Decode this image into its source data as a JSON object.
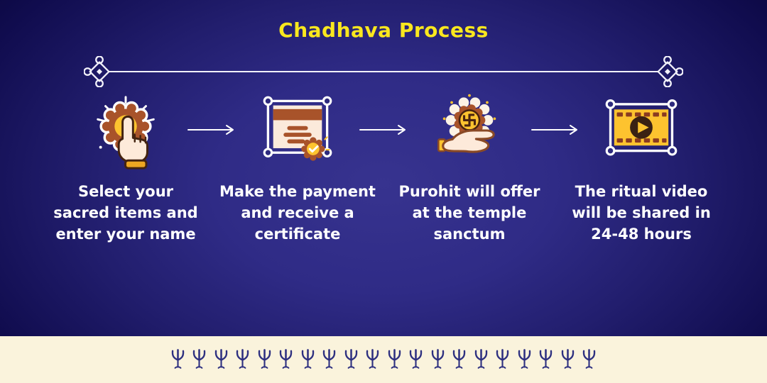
{
  "title": "Chadhava Process",
  "steps": [
    {
      "icon": "select-hand-icon",
      "label": "Select your\nsacred items and\nenter your name"
    },
    {
      "icon": "certificate-icon",
      "label": "Make the payment\nand receive a\ncertificate"
    },
    {
      "icon": "offering-hand-icon",
      "label": "Purohit will offer\nat the temple\nsanctum"
    },
    {
      "icon": "ritual-video-icon",
      "label": "The ritual video\nwill be shared in\n24-48 hours"
    }
  ],
  "footer": {
    "symbol": "trident",
    "trident_count": 20
  },
  "colors": {
    "background_center": "#37338f",
    "background_edge": "#050230",
    "title_yellow": "#f9e71e",
    "body_text": "#ffffff",
    "footer_cream": "#faf3dc",
    "trident_navy": "#2e3080",
    "icon_brown": "#a8532a",
    "icon_dark_brown": "#432310",
    "icon_yellow": "#fdc32f",
    "icon_cream": "#fdeada"
  }
}
